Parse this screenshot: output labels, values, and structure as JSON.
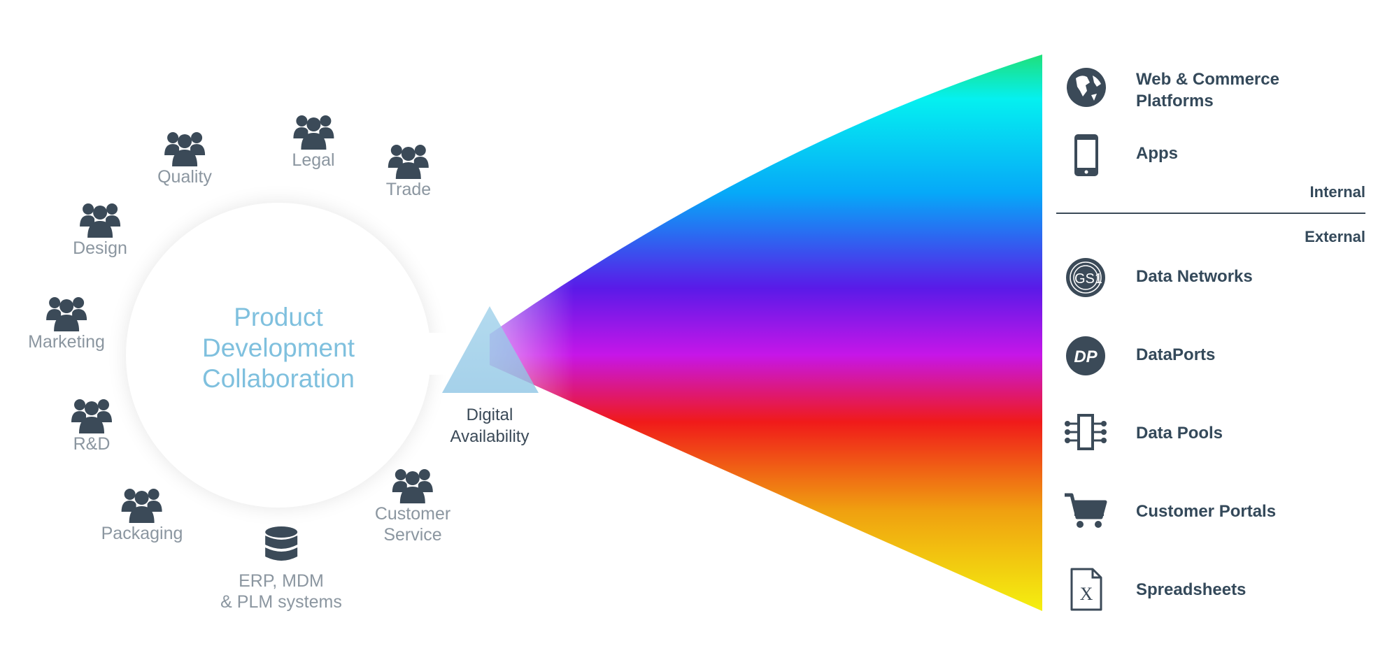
{
  "center": {
    "title": "Product\nDevelopment\nCollaboration"
  },
  "prism": {
    "label": "Digital\nAvailability"
  },
  "stakeholders": [
    {
      "label": "Quality",
      "icon": "group-icon"
    },
    {
      "label": "Legal",
      "icon": "group-icon"
    },
    {
      "label": "Trade",
      "icon": "group-icon"
    },
    {
      "label": "Design",
      "icon": "group-icon"
    },
    {
      "label": "Marketing",
      "icon": "group-icon"
    },
    {
      "label": "R&D",
      "icon": "group-icon"
    },
    {
      "label": "Packaging",
      "icon": "group-icon"
    },
    {
      "label": "ERP, MDM\n& PLM systems",
      "icon": "database-icon"
    },
    {
      "label": "Customer\nService",
      "icon": "group-icon"
    }
  ],
  "sections": {
    "internal": "Internal",
    "external": "External"
  },
  "outputs": [
    {
      "label": "Web & Commerce\nPlatforms",
      "icon": "globe-icon"
    },
    {
      "label": "Apps",
      "icon": "phone-icon"
    },
    {
      "label": "Data Networks",
      "icon": "gs1-icon",
      "icon_text": "GS1"
    },
    {
      "label": "DataPorts",
      "icon": "dataports-icon",
      "icon_text": "DP"
    },
    {
      "label": "Data Pools",
      "icon": "data-pool-icon"
    },
    {
      "label": "Customer Portals",
      "icon": "cart-icon"
    },
    {
      "label": "Spreadsheets",
      "icon": "spreadsheet-icon",
      "icon_text": "X"
    }
  ],
  "colors": {
    "icon": "#3b4a58",
    "label": "#8b96a0",
    "center_text": "#7fc0de",
    "prism": "#9ed0ea",
    "spectrum": [
      "#1fe07a",
      "#05f0f0",
      "#06a8f8",
      "#5a1ae8",
      "#c616e8",
      "#f01a1a",
      "#f0a010",
      "#f4f010"
    ]
  }
}
